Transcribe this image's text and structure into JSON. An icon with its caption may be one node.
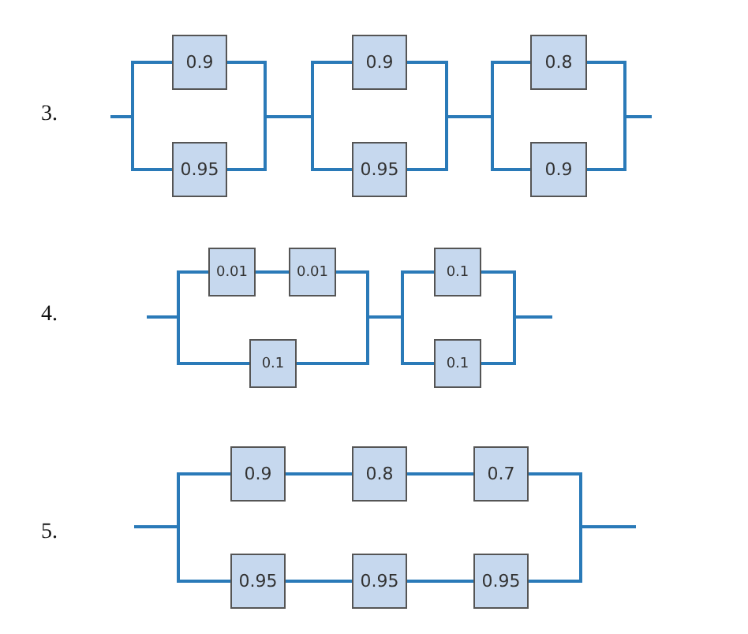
{
  "diagram": {
    "nodes": [
      {
        "text": [
          "0.9"
        ]
      },
      {
        "text": [
          "0.9"
        ]
      },
      {
        "text": [
          "0.8"
        ]
      },
      {
        "text": [
          "0.95"
        ]
      },
      {
        "text": [
          "0.95"
        ]
      },
      {
        "text": [
          "0.9"
        ]
      },
      {
        "text": [
          "0.01"
        ]
      },
      {
        "text": [
          "0.01"
        ]
      },
      {
        "text": [
          "0.1"
        ]
      },
      {
        "text": [
          "0.1"
        ]
      },
      {
        "text": [
          "0.1"
        ]
      },
      {
        "text": [
          "0.9"
        ]
      },
      {
        "text": [
          "0.8"
        ]
      },
      {
        "text": [
          "0.7"
        ]
      },
      {
        "text": [
          "0.95"
        ]
      },
      {
        "text": [
          "0.95"
        ]
      },
      {
        "text": [
          "0.95"
        ]
      }
    ],
    "edges": [
      {
        "from": null,
        "to": 0,
        "arrow": "none"
      },
      {
        "from": null,
        "to": 3,
        "arrow": "none"
      },
      {
        "from": 0,
        "to": 1,
        "arrow": "none"
      },
      {
        "from": 0,
        "to": 4,
        "arrow": "none"
      },
      {
        "from": 3,
        "to": 1,
        "arrow": "none"
      },
      {
        "from": 3,
        "to": 4,
        "arrow": "none"
      },
      {
        "from": 1,
        "to": 2,
        "arrow": "none"
      },
      {
        "from": 1,
        "to": 5,
        "arrow": "none"
      },
      {
        "from": 4,
        "to": 2,
        "arrow": "none"
      },
      {
        "from": 4,
        "to": 5,
        "arrow": "none"
      },
      {
        "from": 2,
        "to": null,
        "arrow": "none"
      },
      {
        "from": 5,
        "to": null,
        "arrow": "none"
      },
      {
        "from": null,
        "to": 6,
        "arrow": "none"
      },
      {
        "from": null,
        "to": 9,
        "arrow": "none"
      },
      {
        "from": 6,
        "to": 7,
        "arrow": "none"
      },
      {
        "from": 7,
        "to": 8,
        "arrow": "none"
      },
      {
        "from": 7,
        "to": 10,
        "arrow": "none"
      },
      {
        "from": 9,
        "to": 8,
        "arrow": "none"
      },
      {
        "from": 9,
        "to": 10,
        "arrow": "none"
      },
      {
        "from": 8,
        "to": null,
        "arrow": "none"
      },
      {
        "from": 10,
        "to": null,
        "arrow": "none"
      },
      {
        "from": null,
        "to": 11,
        "arrow": "none"
      },
      {
        "from": null,
        "to": 14,
        "arrow": "none"
      },
      {
        "from": 11,
        "to": 12,
        "arrow": "none"
      },
      {
        "from": 12,
        "to": 13,
        "arrow": "none"
      },
      {
        "from": 14,
        "to": 15,
        "arrow": "none"
      },
      {
        "from": 15,
        "to": 16,
        "arrow": "none"
      },
      {
        "from": 13,
        "to": null,
        "arrow": "none"
      },
      {
        "from": 16,
        "to": null,
        "arrow": "none"
      }
    ],
    "labels": [
      "3.",
      "4.",
      "5."
    ]
  }
}
